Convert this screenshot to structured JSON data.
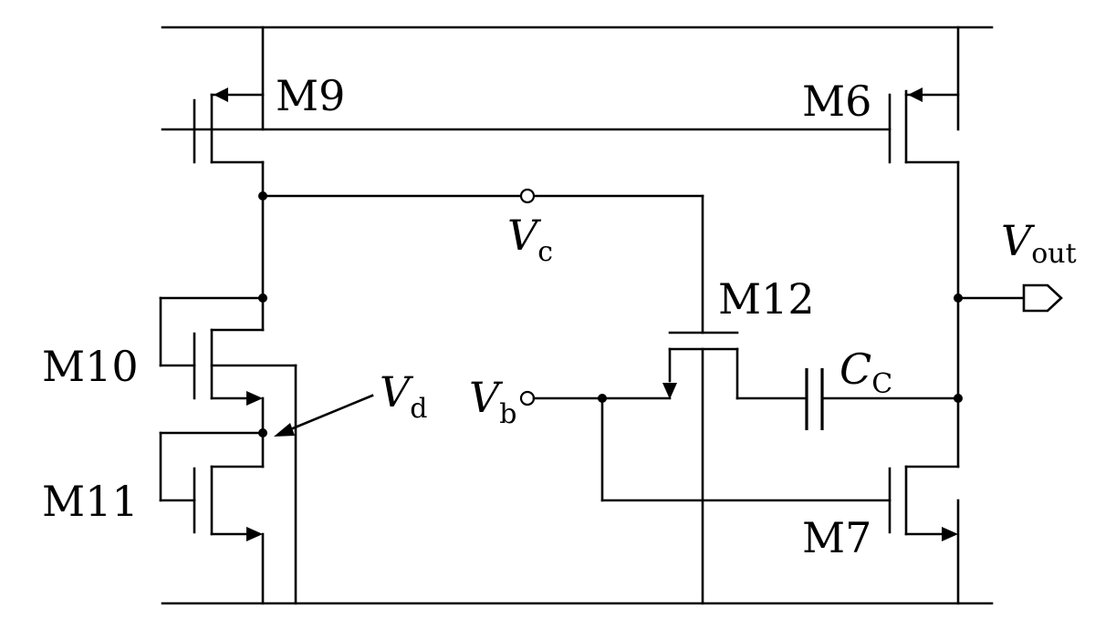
{
  "transistors": {
    "m9": "M9",
    "m6": "M6",
    "m10": "M10",
    "m11": "M11",
    "m12": "M12",
    "m7": "M7"
  },
  "nodes": {
    "vc": {
      "symbol": "V",
      "sub": "c"
    },
    "vb": {
      "symbol": "V",
      "sub": "b"
    },
    "vd": {
      "symbol": "V",
      "sub": "d"
    },
    "vout": {
      "symbol": "V",
      "sub": "out"
    }
  },
  "capacitor": {
    "symbol": "C",
    "sub": "C"
  }
}
